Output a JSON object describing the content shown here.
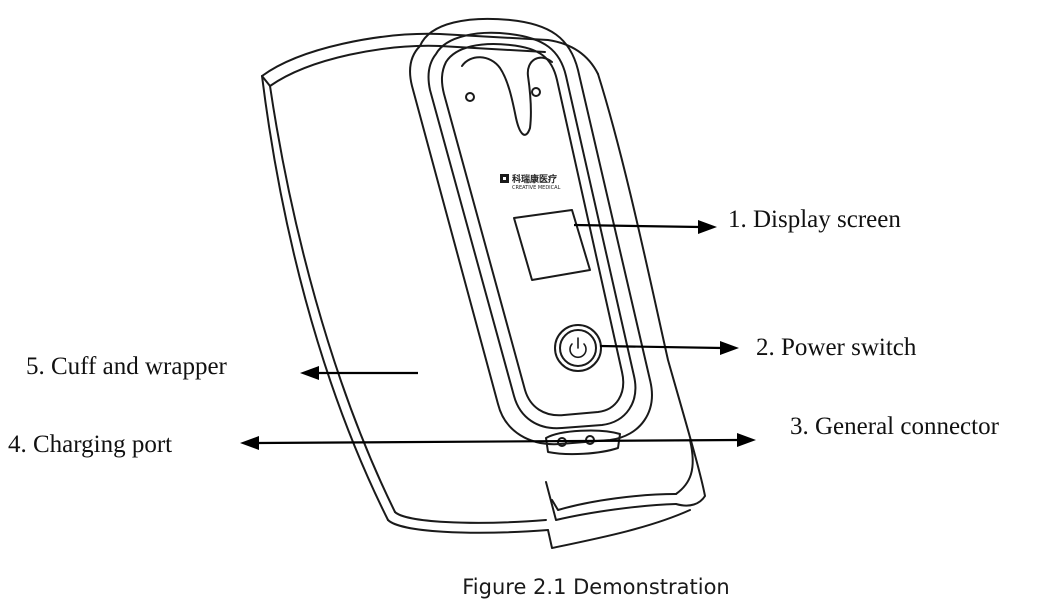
{
  "callouts": {
    "display_screen": "1. Display screen",
    "power_switch": "2. Power switch",
    "general_connector": "3. General connector",
    "charging_port": "4. Charging port",
    "cuff_wrapper": "5. Cuff and wrapper"
  },
  "device": {
    "brand_name": "科瑞康医疗",
    "brand_sub": "CREATIVE MEDICAL",
    "power_icon": "power-icon"
  },
  "caption": "Figure 2.1 Demonstration"
}
